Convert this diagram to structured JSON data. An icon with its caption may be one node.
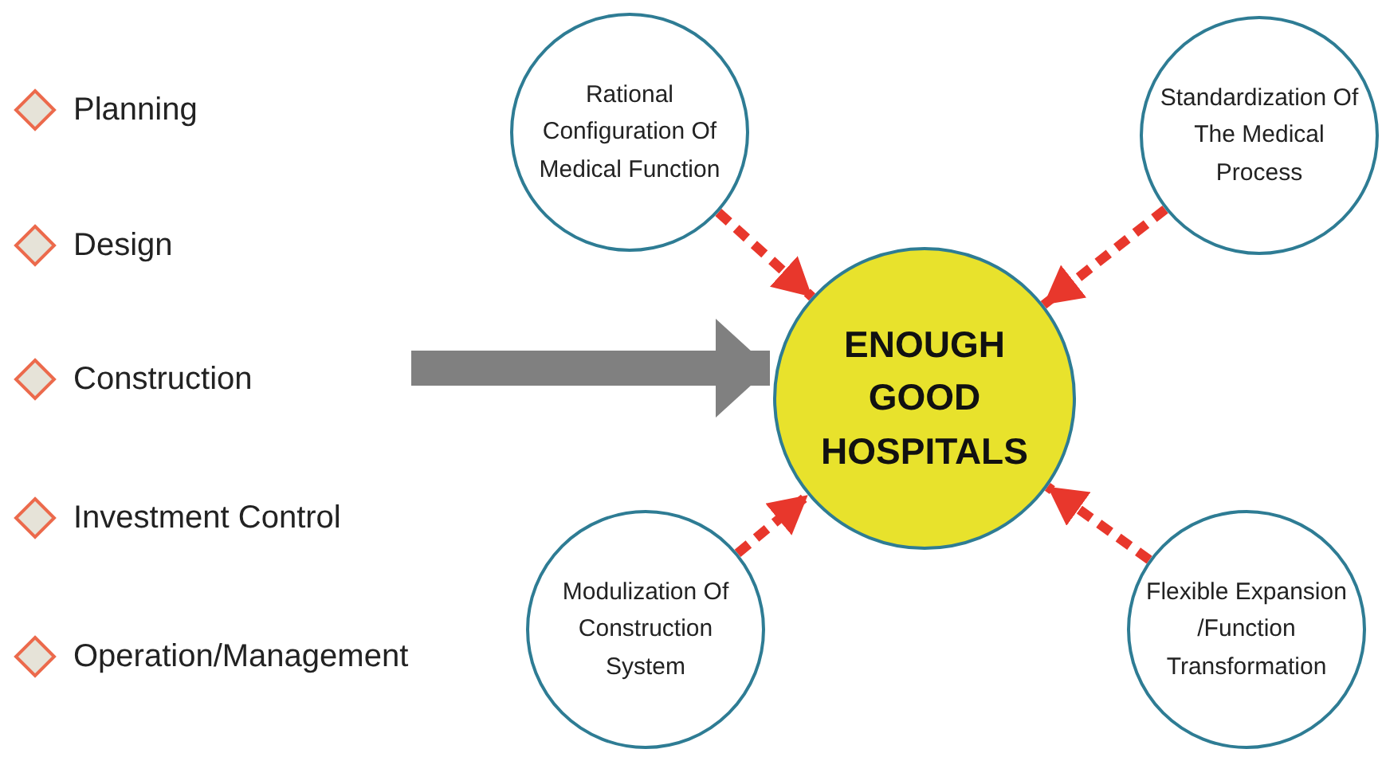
{
  "diagram": {
    "nodes": [
      {
        "text": [
          "ENOUGH GOOD HOSPITALS"
        ]
      },
      {
        "text": [
          "Rational Configuration Of Medical Function"
        ]
      },
      {
        "text": [
          "Standardization Of The Medical Process"
        ]
      },
      {
        "text": [
          "Modulization Of Construction System"
        ]
      },
      {
        "text": [
          "Flexible Expansion /Function Transformation"
        ]
      }
    ],
    "edges": [
      {
        "from": null,
        "to": 0,
        "arrow": "to",
        "style": "thick",
        "color": "#808080"
      },
      {
        "from": 1,
        "to": 0,
        "arrow": "to",
        "style": "dashed"
      },
      {
        "from": 2,
        "to": 0,
        "arrow": "to",
        "style": "dashed"
      },
      {
        "from": 3,
        "to": 0,
        "arrow": "to",
        "style": "dashed"
      },
      {
        "from": 4,
        "to": 0,
        "arrow": "to",
        "style": "dashed"
      }
    ],
    "labels": [
      "Planning",
      "Design",
      "Construction",
      "Investment Control",
      "Operation/Management"
    ]
  }
}
